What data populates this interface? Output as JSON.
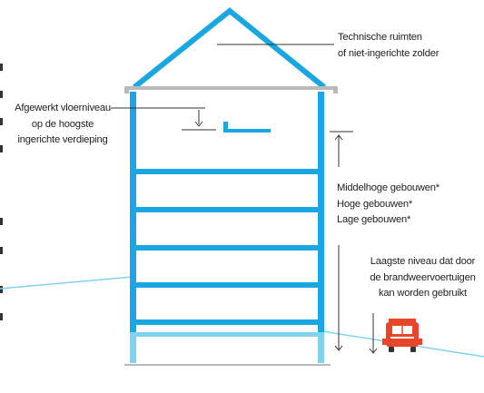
{
  "labels": {
    "technical_rooms_line1": "Technische ruimten",
    "technical_rooms_line2": "of niet-ingerichte zolder",
    "floor_level_line1": "Afgewerkt vloerniveau",
    "floor_level_line2": "op de hoogste",
    "floor_level_line3": "ingerichte verdieping",
    "building_medium_high": "Middelhoge gebouwen*",
    "building_high": "Hoge gebouwen*",
    "building_low": "Lage gebouwen*",
    "lowest_level_line1": "Laagste niveau dat door",
    "lowest_level_line2": "de brandweervoertuigen",
    "lowest_level_line3": "kan worden gebruikt"
  },
  "colors": {
    "building_blue": "#1aa6e0",
    "light_blue_ground": "#7fd3ee",
    "roof_gray": "#b7b9bb",
    "annotation_dark": "#333333",
    "fire_truck_red": "#e8462b"
  },
  "icons": {
    "fire_truck": "fire-truck-icon"
  }
}
